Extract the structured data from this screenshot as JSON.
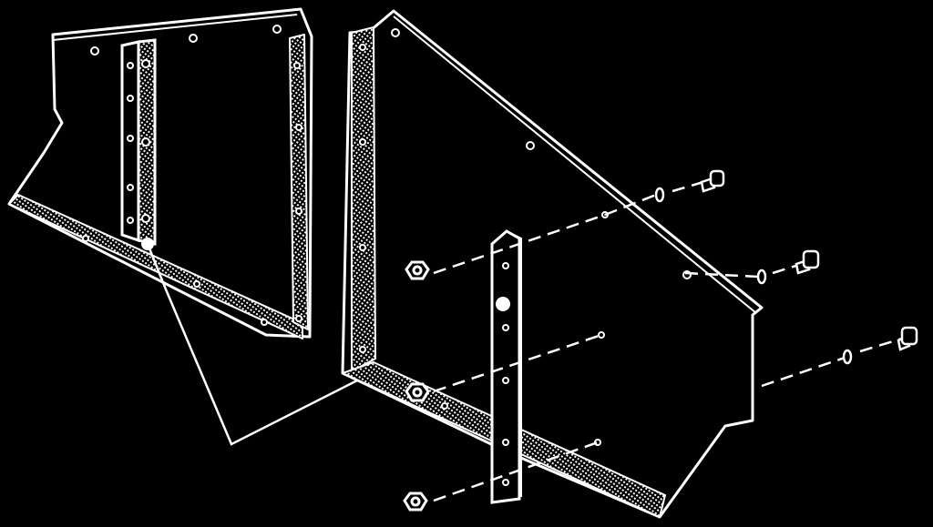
{
  "diagram": {
    "background_color": "#000000",
    "line_color": "#ffffff",
    "hatch_color": "#ffffff",
    "parts": [
      {
        "name": "left-side-panel"
      },
      {
        "name": "left-vertical-bracket"
      },
      {
        "name": "right-side-panel"
      },
      {
        "name": "center-mounting-strip"
      },
      {
        "name": "hex-nuts",
        "count": 3
      },
      {
        "name": "screws",
        "count": 3
      },
      {
        "name": "washers",
        "count": 3
      }
    ]
  }
}
